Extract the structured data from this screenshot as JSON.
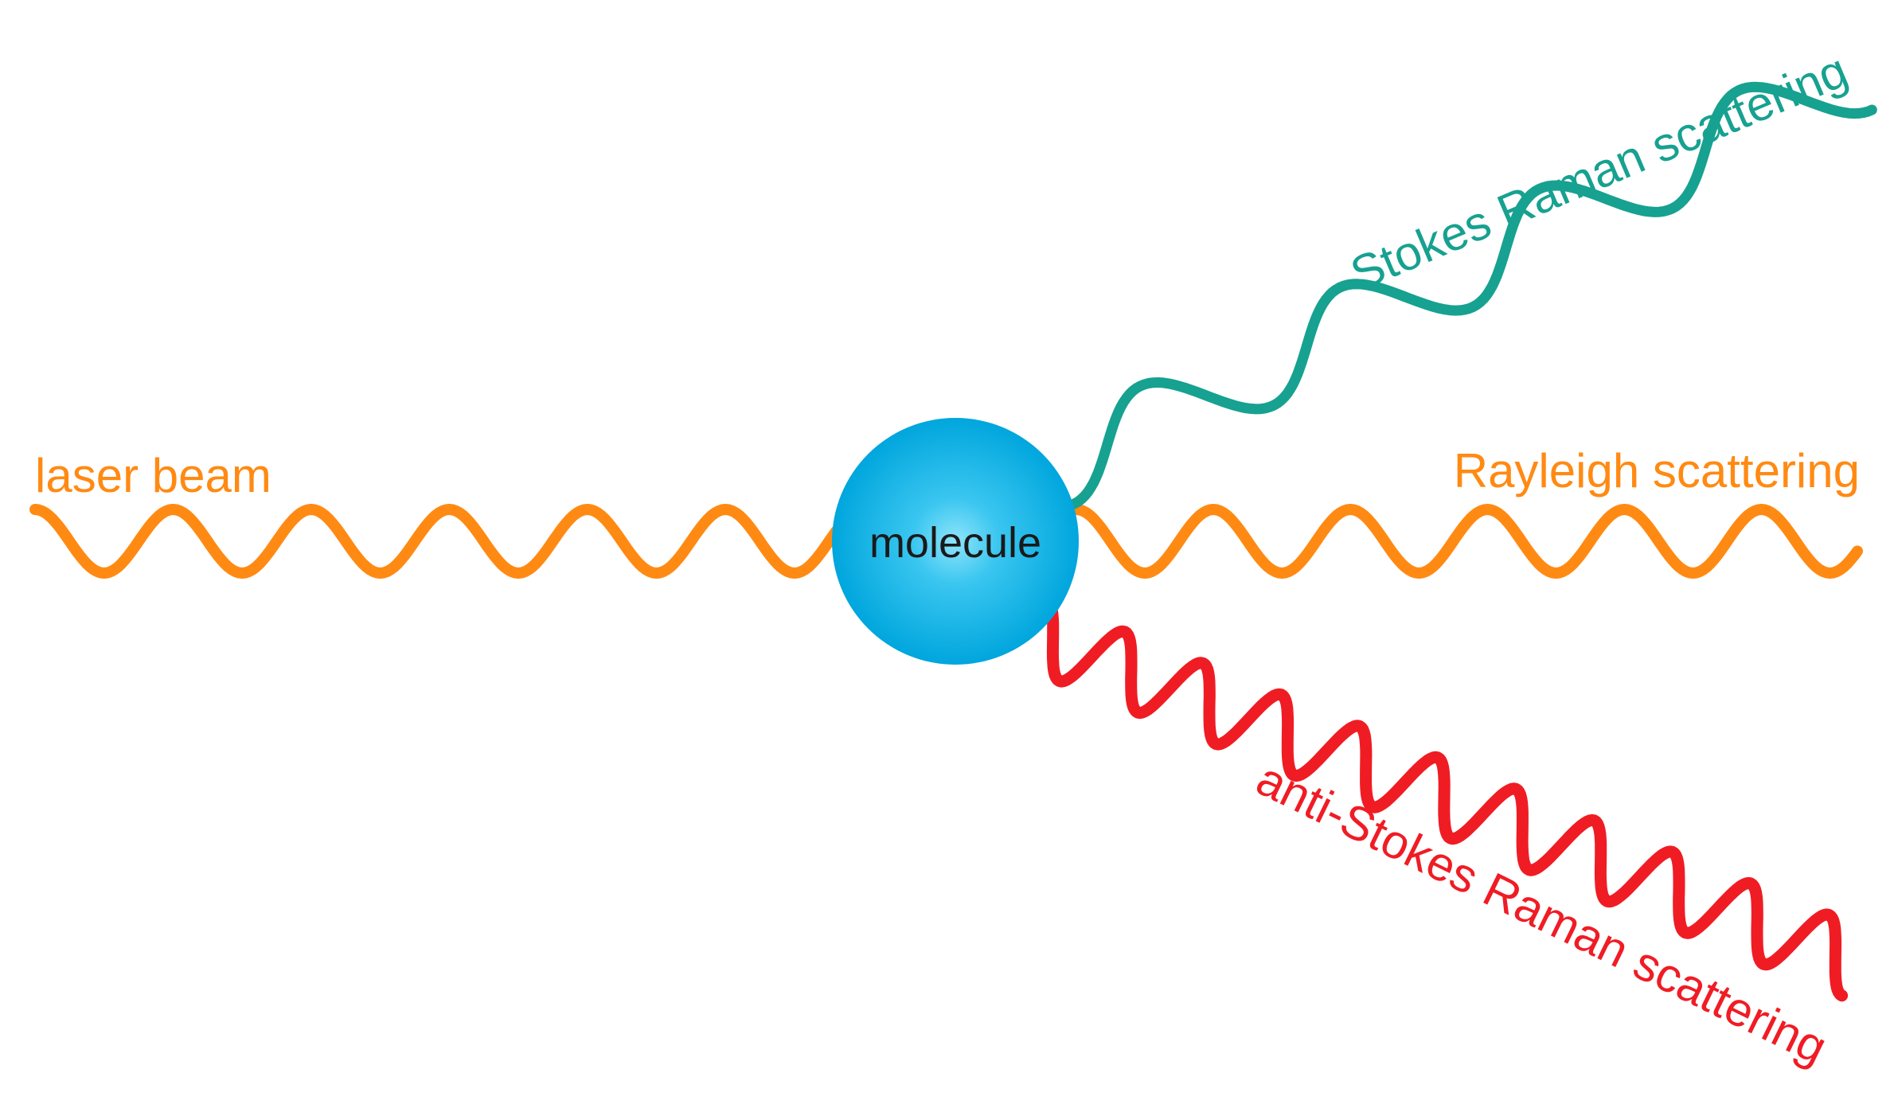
{
  "diagram": {
    "molecule_label": "molecule",
    "laser_label": "laser beam",
    "rayleigh_label": "Rayleigh scattering",
    "stokes_label": "Stokes Raman scattering",
    "anti_stokes_label": "anti-Stokes Raman scattering"
  },
  "colors": {
    "laser": "#ff8a13",
    "rayleigh": "#ff8a13",
    "stokes": "#17a190",
    "anti_stokes": "#f01c24",
    "molecule_center": "#8fe4fa",
    "molecule_edge": "#00a6dd",
    "molecule_text": "#1a1a1a"
  }
}
